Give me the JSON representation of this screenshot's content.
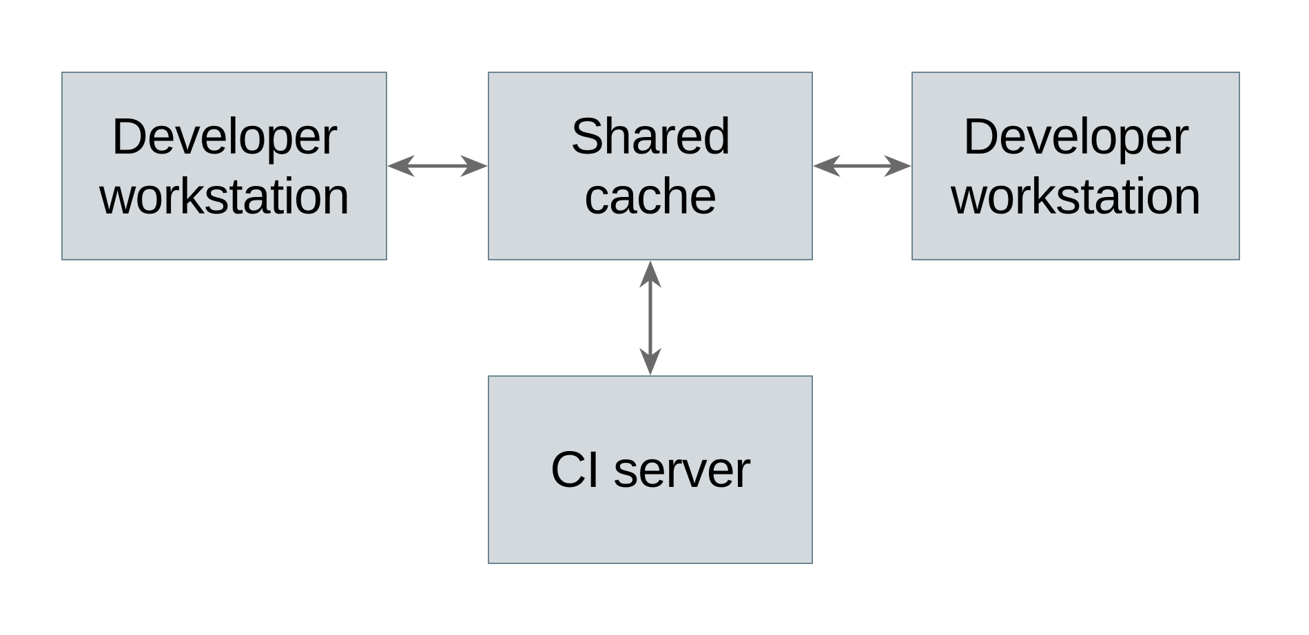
{
  "colors": {
    "background": "#ffffff",
    "box_fill": "#d3d9dc",
    "box_border": "#6d8692",
    "arrow": "#6a6a6a",
    "text": "#000000"
  },
  "nodes": {
    "developer_workstation_left": {
      "label": "Developer\nworkstation"
    },
    "shared_cache": {
      "label": "Shared\ncache"
    },
    "developer_workstation_right": {
      "label": "Developer\nworkstation"
    },
    "ci_server": {
      "label": "CI server"
    }
  },
  "edges": [
    {
      "from": "developer_workstation_left",
      "to": "shared_cache",
      "direction": "bidirectional"
    },
    {
      "from": "shared_cache",
      "to": "developer_workstation_right",
      "direction": "bidirectional"
    },
    {
      "from": "shared_cache",
      "to": "ci_server",
      "direction": "bidirectional"
    }
  ]
}
